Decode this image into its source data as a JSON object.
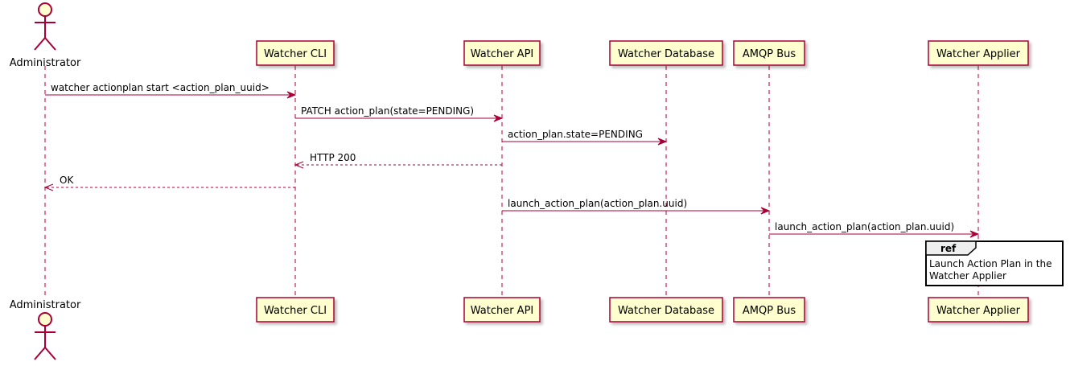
{
  "diagram": {
    "participants": [
      {
        "id": "admin",
        "label": "Administrator",
        "kind": "actor"
      },
      {
        "id": "cli",
        "label": "Watcher CLI",
        "kind": "participant"
      },
      {
        "id": "api",
        "label": "Watcher API",
        "kind": "participant"
      },
      {
        "id": "db",
        "label": "Watcher Database",
        "kind": "participant"
      },
      {
        "id": "amqp",
        "label": "AMQP Bus",
        "kind": "participant"
      },
      {
        "id": "applier",
        "label": "Watcher Applier",
        "kind": "participant"
      }
    ],
    "messages": [
      {
        "from": "admin",
        "to": "cli",
        "label": "watcher actionplan start <action_plan_uuid>",
        "style": "sync"
      },
      {
        "from": "cli",
        "to": "api",
        "label": "PATCH action_plan(state=PENDING)",
        "style": "sync"
      },
      {
        "from": "api",
        "to": "db",
        "label": "action_plan.state=PENDING",
        "style": "sync"
      },
      {
        "from": "api",
        "to": "cli",
        "label": "HTTP 200",
        "style": "return"
      },
      {
        "from": "cli",
        "to": "admin",
        "label": "OK",
        "style": "return"
      },
      {
        "from": "api",
        "to": "amqp",
        "label": "launch_action_plan(action_plan.uuid)",
        "style": "sync"
      },
      {
        "from": "amqp",
        "to": "applier",
        "label": "launch_action_plan(action_plan.uuid)",
        "style": "sync"
      }
    ],
    "ref": {
      "tag": "ref",
      "lines": [
        "Launch Action Plan in the",
        "Watcher Applier"
      ]
    },
    "colors": {
      "line": "#A80036",
      "box_fill": "#FEFECE",
      "box_border": "#A80036",
      "text": "#000000"
    }
  }
}
